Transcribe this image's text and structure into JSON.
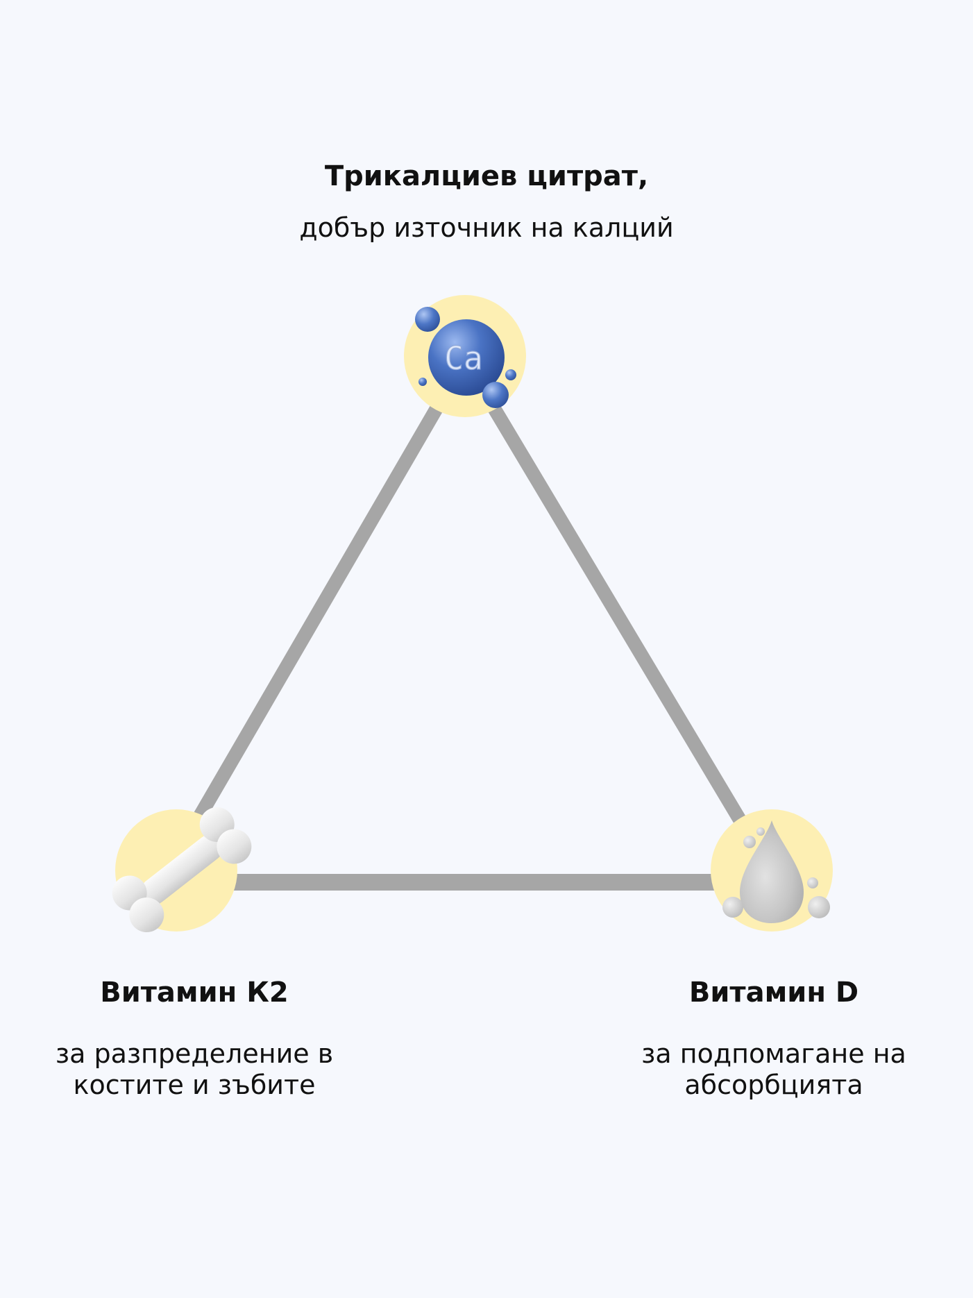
{
  "nodes": {
    "top": {
      "title": "Трикалциев цитрат,",
      "description": "добър източник на калций",
      "icon": "calcium-molecule-icon",
      "icon_text": "Ca"
    },
    "left": {
      "title": "Витамин К2",
      "description_lines": [
        "за разпределение в",
        "костите и зъбите"
      ],
      "icon": "bone-icon"
    },
    "right": {
      "title": "Витамин D",
      "description_lines": [
        "за подпомагане на",
        "абсорбцията"
      ],
      "icon": "water-drop-icon"
    }
  },
  "colors": {
    "background": "#f6f8fd",
    "triangle_edge": "#a6a6a6",
    "node_circle": "#fdefb3",
    "calcium_blue": "#3f68b8",
    "bone": "#e3e3e3",
    "drop": "#c4c4c4",
    "text": "#111111"
  }
}
